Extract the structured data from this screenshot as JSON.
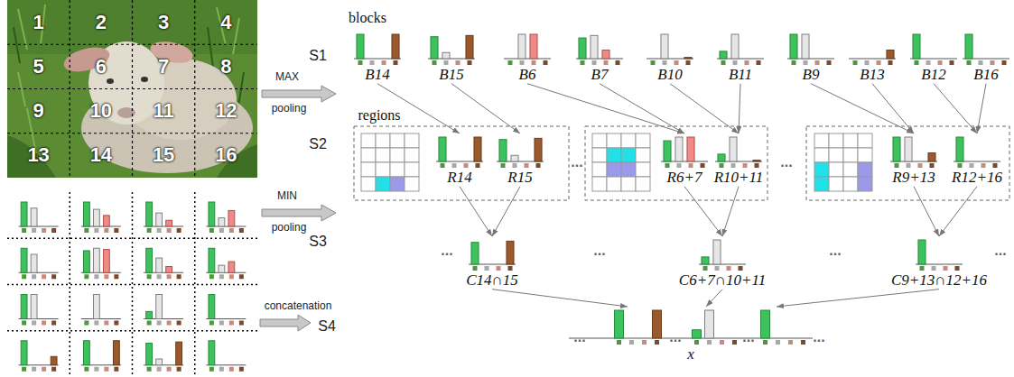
{
  "diagram": {
    "nodes": [
      {
        "text": [
          "B14"
        ]
      },
      {
        "text": [
          "B15"
        ]
      },
      {
        "text": [
          "B6"
        ]
      },
      {
        "text": [
          "B7"
        ]
      },
      {
        "text": [
          "B10"
        ]
      },
      {
        "text": [
          "B11"
        ]
      },
      {
        "text": [
          "B9"
        ]
      },
      {
        "text": [
          "B13"
        ]
      },
      {
        "text": [
          "B12"
        ]
      },
      {
        "text": [
          "B16"
        ]
      },
      {
        "text": [
          "R14"
        ]
      },
      {
        "text": [
          "R15"
        ]
      },
      {
        "text": [
          "R6+7"
        ]
      },
      {
        "text": [
          "R10+11"
        ]
      },
      {
        "text": [
          "R9+13"
        ]
      },
      {
        "text": [
          "R12+16"
        ]
      },
      {
        "text": [
          "C14∩15"
        ]
      },
      {
        "text": [
          "C6+7∩10+11"
        ]
      },
      {
        "text": [
          "C9+13∩12+16"
        ]
      },
      {
        "text": [
          "x"
        ]
      }
    ],
    "edges": [
      {
        "from": 0,
        "to": 10,
        "arrow": "to"
      },
      {
        "from": 1,
        "to": 11,
        "arrow": "to"
      },
      {
        "from": 2,
        "to": 12,
        "arrow": "to"
      },
      {
        "from": 3,
        "to": 12,
        "arrow": "to"
      },
      {
        "from": 4,
        "to": 13,
        "arrow": "to"
      },
      {
        "from": 5,
        "to": 13,
        "arrow": "to"
      },
      {
        "from": 6,
        "to": 14,
        "arrow": "to"
      },
      {
        "from": 7,
        "to": 14,
        "arrow": "to"
      },
      {
        "from": 8,
        "to": 15,
        "arrow": "to"
      },
      {
        "from": 9,
        "to": 15,
        "arrow": "to"
      },
      {
        "from": 10,
        "to": 16,
        "arrow": "to"
      },
      {
        "from": 11,
        "to": 16,
        "arrow": "to"
      },
      {
        "from": 12,
        "to": 17,
        "arrow": "to"
      },
      {
        "from": 13,
        "to": 17,
        "arrow": "to"
      },
      {
        "from": 14,
        "to": 18,
        "arrow": "to"
      },
      {
        "from": 15,
        "to": 18,
        "arrow": "to"
      },
      {
        "from": 16,
        "to": 19,
        "arrow": "to"
      },
      {
        "from": 17,
        "to": 19,
        "arrow": "to"
      },
      {
        "from": 18,
        "to": 19,
        "arrow": "to"
      }
    ],
    "labels": [
      "1",
      "2",
      "3",
      "4",
      "5",
      "6",
      "7",
      "8",
      "9",
      "10",
      "11",
      "12",
      "13",
      "14",
      "15",
      "16",
      "blocks",
      "S1",
      "MAX",
      "pooling",
      "regions",
      "S2",
      "...",
      "...",
      "MIN",
      "pooling",
      "S3",
      "...",
      "...",
      "...",
      "...",
      "concatenation",
      "S4",
      "...",
      "...",
      "...",
      "..."
    ]
  }
}
